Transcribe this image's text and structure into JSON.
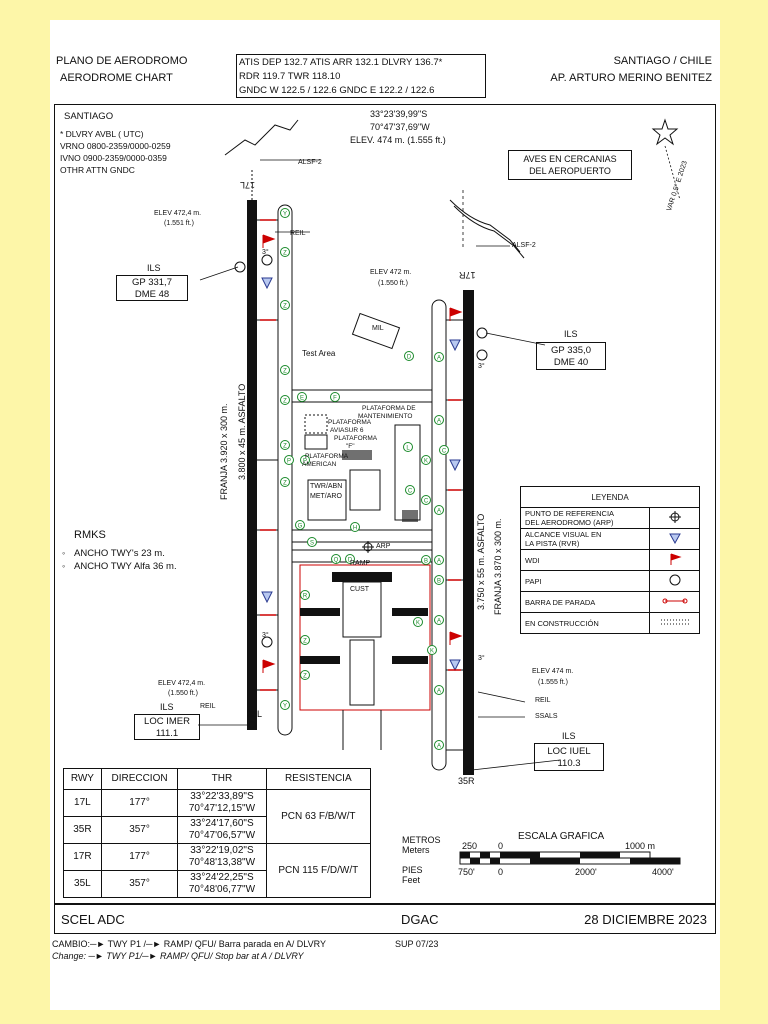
{
  "header": {
    "chart_title_es": "PLANO DE AERODROMO",
    "chart_title_en": "AERODROME CHART",
    "location": "SANTIAGO / CHILE",
    "airport": "AP. ARTURO MERINO BENITEZ",
    "freq_line1": "ATIS DEP 132.7   ATIS ARR 132.1  DLVRY  136.7*",
    "freq_line2": "RDR  119.7          TWR    118.10",
    "freq_line3": "GNDC W 122.5 / 122.6    GNDC E 122.2 / 122.6"
  },
  "info": {
    "city": "SANTIAGO",
    "line1": "* DLVRY     AVBL ( UTC)",
    "line2": "VRNO 0800-2359/0000-0259",
    "line3": "IVNO 0900-2359/0000-0359",
    "line4": "OTHR ATTN GNDC"
  },
  "arp": {
    "lat": "33°23'39,99''S",
    "lon": "70°47'37,69''W",
    "elev": "ELEV. 474 m. (1.555 ft.)"
  },
  "birds": {
    "line1": "AVES EN CERCANIAS",
    "line2": "DEL AEROPUERTO"
  },
  "variation": "VAR 0,5° E 2023",
  "map": {
    "alsf_top": "ALSF-2",
    "alsf_right": "ALSF-2",
    "reil": "REIL",
    "ssals": "SSALS",
    "rwy_17l": "17L",
    "rwy_17r": "17R",
    "rwy_35l": "35L",
    "rwy_35r": "35R",
    "elev_17l_1": "ELEV 472,4 m.",
    "elev_17l_2": "(1.551 ft.)",
    "elev_17r_1": "ELEV 472 m.",
    "elev_17r_2": "(1.550 ft.)",
    "elev_35l_1": "ELEV 472,4 m.",
    "elev_35l_2": "(1.550 ft.)",
    "elev_35r_1": "ELEV 474 m.",
    "elev_35r_2": "(1.555 ft.)",
    "ils_label": "ILS",
    "ils_gp_17l_1": "GP 331,7",
    "ils_gp_17l_2": "DME 48",
    "ils_gp_17r_1": "GP 335,0",
    "ils_gp_17r_2": "DME 40",
    "ils_loc_35l_1": "LOC IMER",
    "ils_loc_35l_2": "111.1",
    "ils_loc_35r_1": "LOC IUEL",
    "ils_loc_35r_2": "110.3",
    "papi_angle": "3°",
    "mil": "MIL",
    "test_area": "Test Area",
    "plat_mant_1": "PLATAFORMA DE",
    "plat_mant_2": "MANTENIMIENTO",
    "plat_aviasur_1": "PLATAFORMA",
    "plat_aviasur_2": "AVIASUR 6",
    "plat_f_1": "PLATAFORMA",
    "plat_f_2": "\"F\"",
    "plat_am_1": "PLATAFORMA",
    "plat_am_2": "AMERICAN",
    "twr": "TWR/ABN",
    "met": "MET/ARO",
    "arp_label": "ARP",
    "ramp": "RAMP",
    "cust": "CUST",
    "strip_left": "FRANJA 3.920 x 300 m.",
    "rwy_left": "3.800 x 45 m. ASFALTO",
    "strip_right": "FRANJA 3.870 x 300 m.",
    "rwy_right": "3.750 x 55 m. ASFALTO",
    "twy_labels": [
      "Y",
      "Z",
      "Z",
      "Z",
      "Z",
      "Z",
      "Z",
      "R",
      "Y",
      "Z",
      "Z",
      "D",
      "A",
      "A",
      "A",
      "A",
      "A",
      "A",
      "A",
      "C",
      "C",
      "C",
      "B",
      "B",
      "E",
      "F",
      "G",
      "H",
      "K",
      "K",
      "K",
      "L",
      "D",
      "P",
      "P",
      "Q",
      "S"
    ]
  },
  "rmks": {
    "title": "RMKS",
    "line1": "ANCHO TWY's 23 m.",
    "line2": "ANCHO TWY Alfa 36 m."
  },
  "legend": {
    "title": "LEYENDA",
    "items": [
      {
        "text1": "PUNTO DE REFERENCIA",
        "text2": "DEL AERODROMO (ARP)",
        "symbol": "crosshair-icon"
      },
      {
        "text1": "ALCANCE VISUAL EN",
        "text2": "LA PISTA (RVR)",
        "symbol": "triangle-icon"
      },
      {
        "text1": "WDI",
        "text2": "",
        "symbol": "windsock-icon"
      },
      {
        "text1": "PAPI",
        "text2": "",
        "symbol": "papi-icon"
      },
      {
        "text1": "BARRA DE PARADA",
        "text2": "",
        "symbol": "stopbar-icon"
      },
      {
        "text1": "EN CONSTRUCCIÓN",
        "text2": "",
        "symbol": "dotted-icon"
      }
    ]
  },
  "runway_table": {
    "headers": [
      "RWY",
      "DIRECCION",
      "THR",
      "RESISTENCIA"
    ],
    "rows": [
      {
        "rwy": "17L",
        "dir": "177°",
        "thr1": "33°22'33,89\"S",
        "thr2": "70°47'12,15\"W"
      },
      {
        "rwy": "35R",
        "dir": "357°",
        "thr1": "33°24'17,60\"S",
        "thr2": "70°47'06,57\"W"
      },
      {
        "rwy": "17R",
        "dir": "177°",
        "thr1": "33°22'19,02\"S",
        "thr2": "70°48'13,38\"W"
      },
      {
        "rwy": "35L",
        "dir": "357°",
        "thr1": "33°24'22,25\"S",
        "thr2": "70°48'06,77\"W"
      }
    ],
    "res1": "PCN 63 F/B/W/T",
    "res2": "PCN 115 F/D/W/T"
  },
  "scale": {
    "title": "ESCALA GRAFICA",
    "metros": "METROS",
    "meters": "Meters",
    "pies": "PIES",
    "feet": "Feet",
    "m_ticks": [
      "250",
      "0",
      "1000 m"
    ],
    "f_ticks": [
      "750'",
      "0",
      "2000'",
      "4000'"
    ]
  },
  "footer": {
    "code": "SCEL   ADC",
    "org": "DGAC",
    "date": "28 DICIEMBRE 2023",
    "change_es": "CAMBIO:─► TWY P1 /─► RAMP/ QFU/ Barra parada en A/ DLVRY",
    "sup": "SUP 07/23",
    "change_en": "Change:  ─► TWY P1/─► RAMP/ QFU/ Stop bar at A / DLVRY"
  }
}
